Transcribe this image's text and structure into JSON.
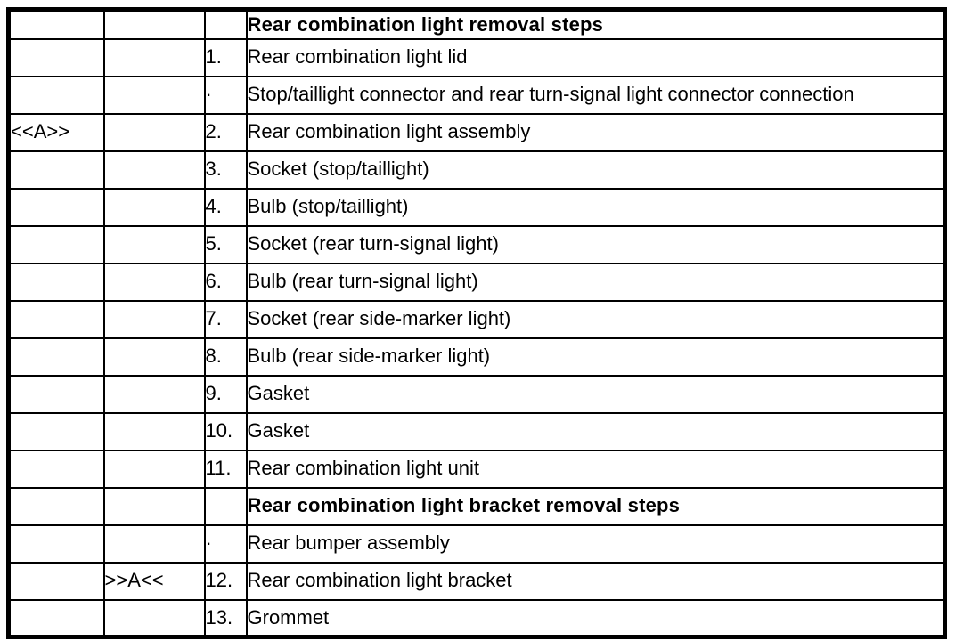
{
  "page": {
    "background_color": "#ffffff",
    "text_color": "#000000",
    "border_color": "#000000"
  },
  "table": {
    "rows": [
      {
        "cells": [
          "",
          "",
          "",
          "Rear combination light removal steps"
        ],
        "bold": true
      },
      {
        "cells": [
          "",
          "",
          "1.",
          "Rear combination light lid"
        ],
        "bold": false
      },
      {
        "cells": [
          "",
          "",
          "·",
          "Stop/taillight connector and rear turn-signal light connector connection"
        ],
        "bold": false
      },
      {
        "cells": [
          "<<A>>",
          "",
          "2.",
          "Rear combination light assembly"
        ],
        "bold": false
      },
      {
        "cells": [
          "",
          "",
          "3.",
          "Socket (stop/taillight)"
        ],
        "bold": false
      },
      {
        "cells": [
          "",
          "",
          "4.",
          "Bulb (stop/taillight)"
        ],
        "bold": false
      },
      {
        "cells": [
          "",
          "",
          "5.",
          "Socket (rear turn-signal light)"
        ],
        "bold": false
      },
      {
        "cells": [
          "",
          "",
          "6.",
          "Bulb (rear turn-signal light)"
        ],
        "bold": false
      },
      {
        "cells": [
          "",
          "",
          "7.",
          "Socket (rear side-marker light)"
        ],
        "bold": false
      },
      {
        "cells": [
          "",
          "",
          "8.",
          "Bulb (rear side-marker light)"
        ],
        "bold": false
      },
      {
        "cells": [
          "",
          "",
          "9.",
          "Gasket"
        ],
        "bold": false
      },
      {
        "cells": [
          "",
          "",
          "10.",
          "Gasket"
        ],
        "bold": false
      },
      {
        "cells": [
          "",
          "",
          "11.",
          "Rear combination light unit"
        ],
        "bold": false
      },
      {
        "cells": [
          "",
          "",
          "",
          "Rear combination light bracket removal steps"
        ],
        "bold": true
      },
      {
        "cells": [
          "",
          "",
          "·",
          "Rear bumper assembly"
        ],
        "bold": false
      },
      {
        "cells": [
          "",
          ">>A<<",
          "12.",
          "Rear combination light bracket"
        ],
        "bold": false
      },
      {
        "cells": [
          "",
          "",
          "13.",
          "Grommet"
        ],
        "bold": false
      }
    ]
  }
}
